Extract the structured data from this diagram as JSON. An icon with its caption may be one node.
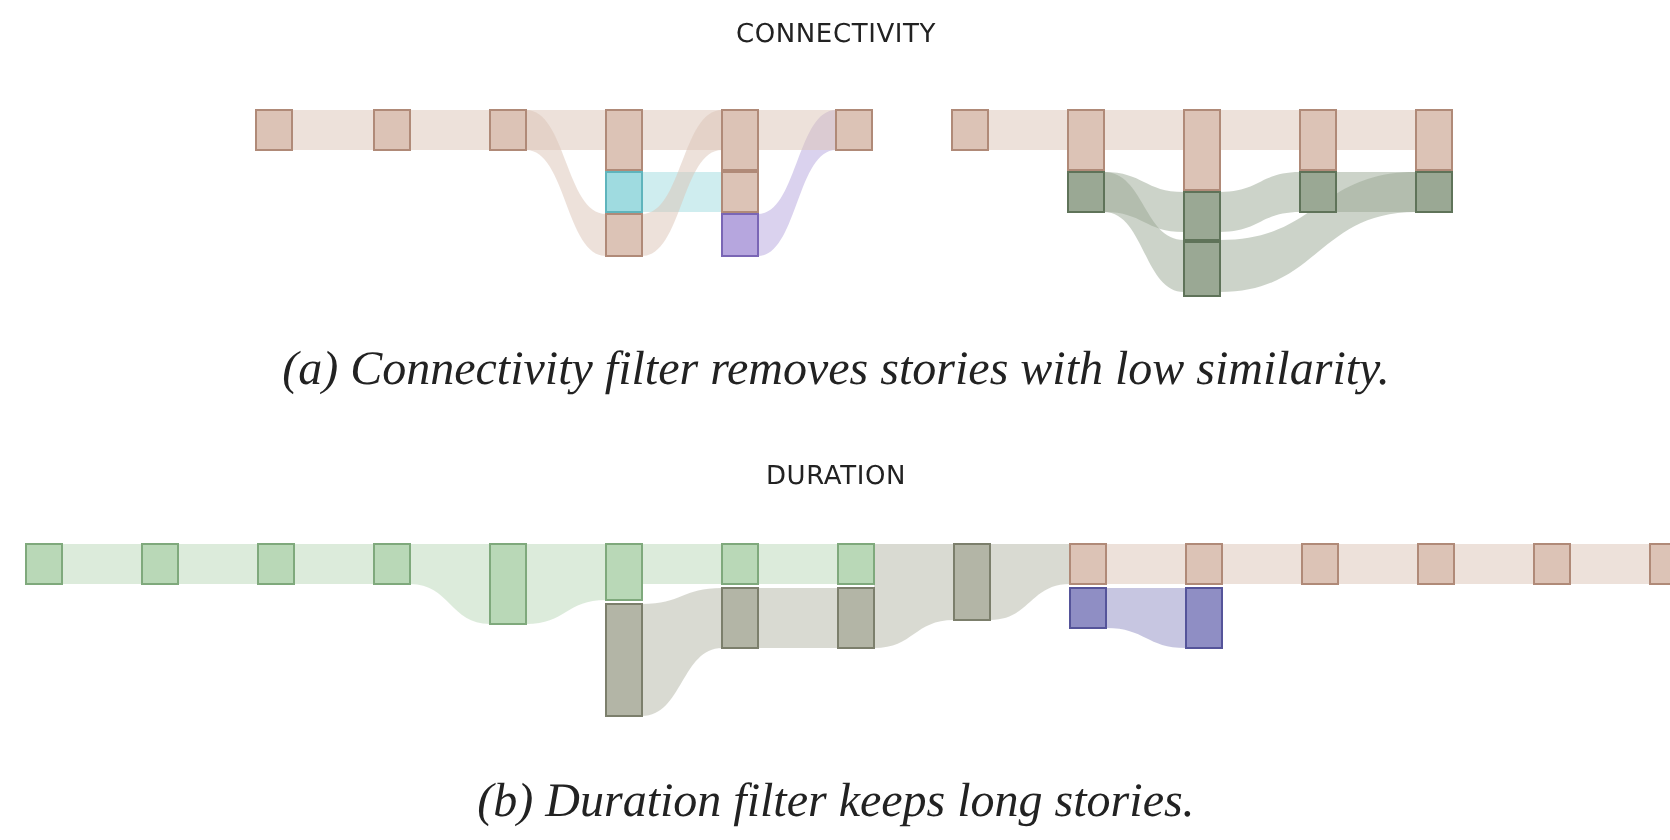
{
  "diagram": {
    "labels": [
      "CONNECTIVITY",
      "(a) Connectivity filter removes stories with low similarity.",
      "DURATION",
      "(b) Duration filter keeps long stories."
    ]
  }
}
